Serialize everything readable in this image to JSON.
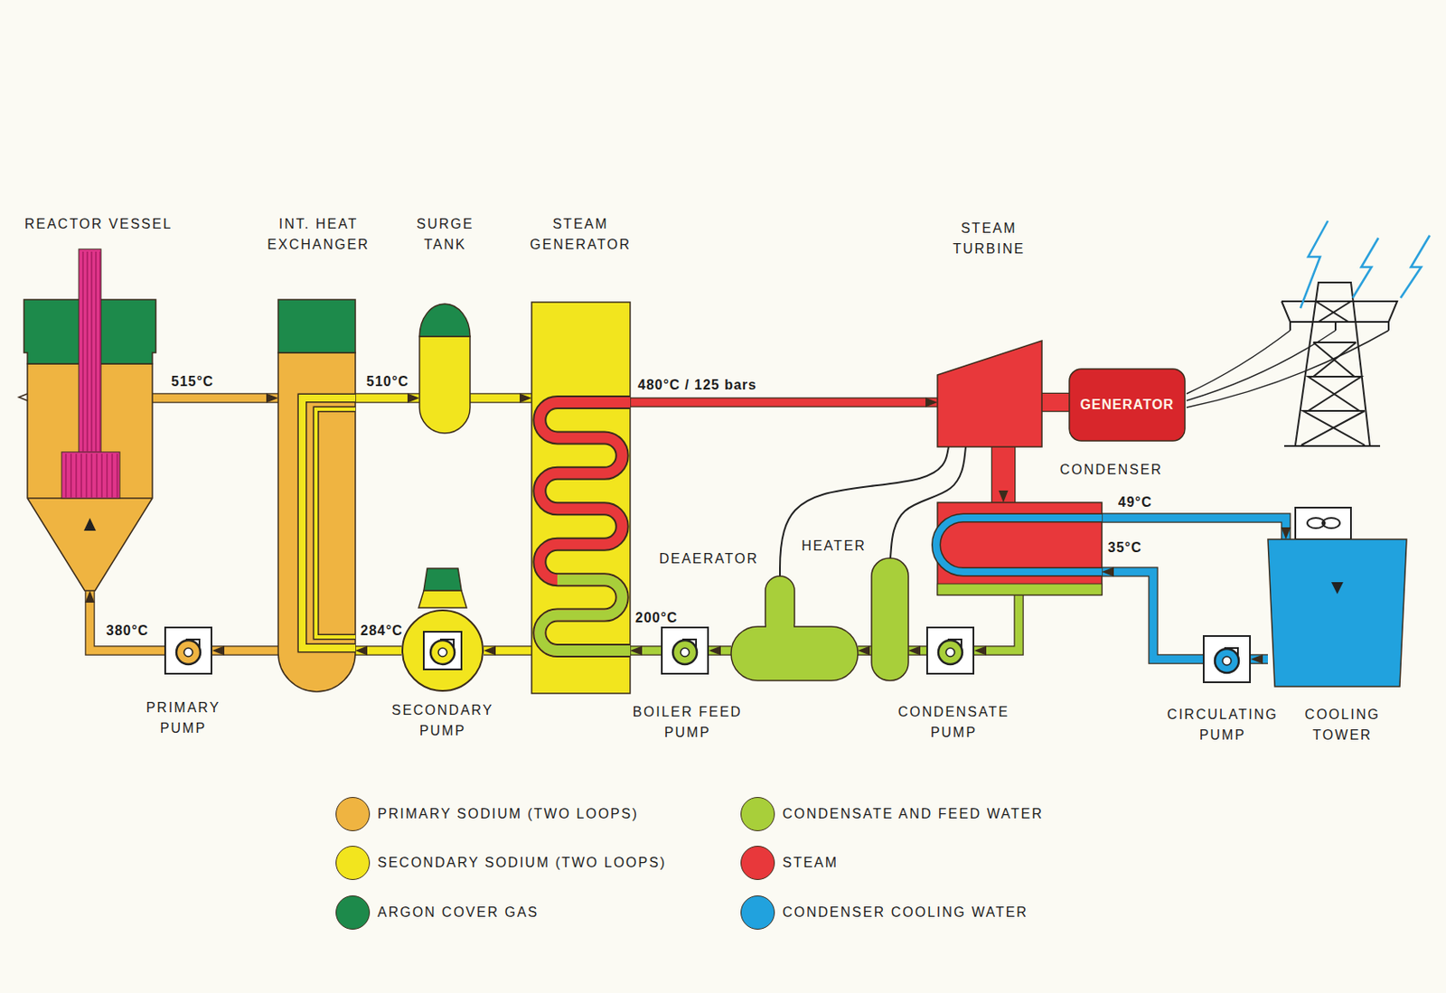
{
  "diagram": {
    "nodes": [
      {
        "text": [
          "REACTOR VESSEL"
        ]
      },
      {
        "text": [
          "INT. HEAT EXCHANGER"
        ]
      },
      {
        "text": [
          "SURGE TANK"
        ]
      },
      {
        "text": [
          "STEAM GENERATOR"
        ]
      },
      {
        "text": [
          "STEAM TURBINE"
        ]
      },
      {
        "text": [
          "GENERATOR"
        ]
      },
      {
        "text": [
          "CONDENSER"
        ]
      },
      {
        "text": [
          "PRIMARY PUMP"
        ]
      },
      {
        "text": [
          "SECONDARY PUMP"
        ]
      },
      {
        "text": [
          "DEAERATOR"
        ]
      },
      {
        "text": [
          "HEATER"
        ]
      },
      {
        "text": [
          "BOILER FEED PUMP"
        ]
      },
      {
        "text": [
          "CONDENSATE PUMP"
        ]
      },
      {
        "text": [
          "CIRCULATING PUMP"
        ]
      },
      {
        "text": [
          "COOLING TOWER"
        ]
      }
    ],
    "edges": [
      {
        "from": 0,
        "to": 1,
        "label": "515°C",
        "arrow": "to"
      },
      {
        "from": 1,
        "to": 2,
        "label": "510°C",
        "arrow": "to"
      },
      {
        "from": 2,
        "to": 3,
        "arrow": "to"
      },
      {
        "from": 3,
        "to": 4,
        "label": "480°C / 125 bars",
        "arrow": "to"
      },
      {
        "from": 4,
        "to": 5,
        "arrow": "none"
      },
      {
        "from": 4,
        "to": 6,
        "arrow": "to"
      },
      {
        "from": 6,
        "to": 12,
        "arrow": "to"
      },
      {
        "from": 12,
        "to": 10,
        "arrow": "to"
      },
      {
        "from": 10,
        "to": 9,
        "arrow": "to"
      },
      {
        "from": 9,
        "to": 11,
        "arrow": "to"
      },
      {
        "from": 11,
        "to": 3,
        "label": "200°C",
        "arrow": "to"
      },
      {
        "from": 3,
        "to": 8,
        "arrow": "to"
      },
      {
        "from": 8,
        "to": 1,
        "label": "284°C",
        "arrow": "to"
      },
      {
        "from": 1,
        "to": 7,
        "arrow": "to"
      },
      {
        "from": 7,
        "to": 0,
        "label": "380°C",
        "arrow": "to"
      },
      {
        "from": 4,
        "to": 9,
        "arrow": "none"
      },
      {
        "from": 4,
        "to": 10,
        "arrow": "none"
      },
      {
        "from": 6,
        "to": 14,
        "label": "49°C",
        "arrow": "to"
      },
      {
        "from": 14,
        "to": 13,
        "arrow": "to"
      },
      {
        "from": 13,
        "to": 6,
        "label": "35°C",
        "arrow": "to"
      }
    ],
    "legend": [
      {
        "text": "PRIMARY SODIUM (TWO LOOPS)",
        "color": "#efb441"
      },
      {
        "text": "SECONDARY SODIUM (TWO LOOPS)",
        "color": "#f2e51e"
      },
      {
        "text": "ARGON COVER GAS",
        "color": "#1d8a4b"
      },
      {
        "text": "CONDENSATE AND FEED WATER",
        "color": "#a8cf3a"
      },
      {
        "text": "STEAM",
        "color": "#e8383b"
      },
      {
        "text": "CONDENSER COOLING WATER",
        "color": "#21a2de"
      }
    ]
  }
}
